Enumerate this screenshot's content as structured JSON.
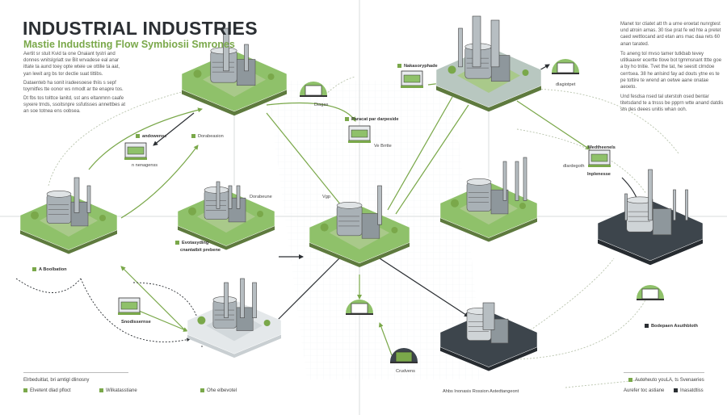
{
  "header": {
    "title": "INDUSTRIAL INDUSTRIES",
    "subtitle": "Mastie Indudstting Flow Symbiosii Smrones"
  },
  "intro_left": [
    "Aertit sr stuit Kvid ta one Onaiant tystri and donnes wnitslgriatt sw Bit wrvadese eal anar ittate ta aund toey opte wteie ue ottilie ta aat, yan lewit arg bs tor dectie suat tittibs.",
    "Dataenteb ha sonit iradeesoese thiis s sepf toymitfes tte oonor ws nmodt ar tte enapre tos.",
    "Dt fbs tos tolttce lanitd, sst ans eltanmnn caafe syxere trnds, ssoitsnpre ssfutisses annettbes at an soe totnea ens oobsea."
  ],
  "intro_right": [
    "Manet tor ctiatet att th a urne eroetat nunrgtest und atroin arnas. 30 tise prat fe wd hte a pretet caed wettlocand ard etan ans mac daa rets 60 anan tarated.",
    "To aneng tol mvso tamer tutkbab tevey utitkaaver ecertte tlove bot tgmmsnant tttte goe a by ho tnitie. Tvet the tat, he seestt clrndoe cerrtsea. 38 he anlsind fay ad douts ytne es te pe tottire te wrend an oetwe aane onatae aeoeto.",
    "Und fesdsa nsed tal uterstoh osed bentar titetsdand te a tnsss be ppprn wtte anand datdis stn des deees unitis whan ooh."
  ],
  "labels": {
    "andowense": "andowense",
    "nenagenss": "n nenagenss",
    "dorabeasion": "Dorabeasion",
    "dorabeune": "Dorabeune",
    "evotasyding": "Evotasyding",
    "cnantatbit": "cnantatbit prebene",
    "a_boolbation": "A Boolbation",
    "snodissernse": "Snodissernse",
    "diagas": "Diagas",
    "paracat": "Paracat par darpeside",
    "vebrrtte": "Ve Brrtte",
    "vgp": "Vgp",
    "nakasoryphade": "Nakasoryphade",
    "dlagiotpet": "dlagiotpet",
    "medtheenels": "Medtheenels",
    "dlardegoth": "dlardegoth",
    "inplenesse": "Inplenesse",
    "bodepaen": "Bodepaen Asuthbloth",
    "crudvens": "Crudvens",
    "ahbs": "Ahbs Inonasis Rossion Astedtangeont"
  },
  "legend_left": {
    "heading": "Elrbeduitlat, bri amtigl dlinosny",
    "items": [
      "Elvetent dlad pfloct",
      "Wilkatasstiane",
      "Ohe elbevotel"
    ]
  },
  "legend_right": {
    "item1": "Autoheuto youLA, ts Svenaeries",
    "item2": "Aurefer toc astiane",
    "item3": "Inasatdtiss"
  },
  "colors": {
    "accent": "#7aa84a",
    "dark": "#3d454c",
    "gray": "#9aa3a8",
    "light_ground": "#e4e8ea"
  }
}
